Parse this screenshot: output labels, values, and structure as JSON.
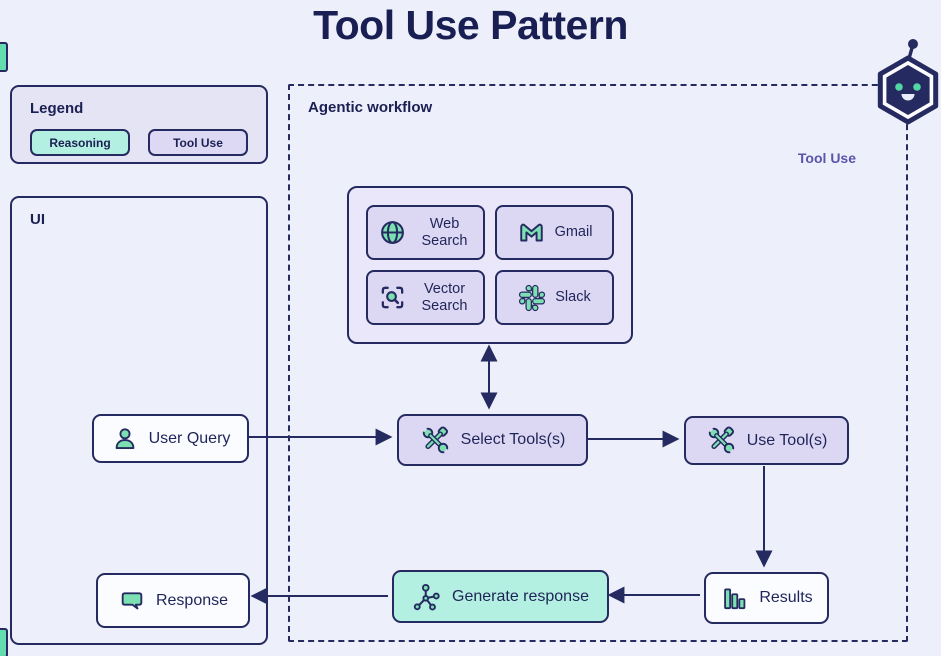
{
  "title": "Tool Use Pattern",
  "legend": {
    "title": "Legend",
    "reasoning_label": "Reasoning",
    "tool_use_label": "Tool Use"
  },
  "ui_panel": {
    "title": "UI",
    "user_query_label": "User Query",
    "response_label": "Response"
  },
  "workflow": {
    "title": "Agentic workflow",
    "corner_label": "Tool Use",
    "tools": [
      {
        "label": "Web Search",
        "icon": "globe-icon"
      },
      {
        "label": "Gmail",
        "icon": "gmail-icon"
      },
      {
        "label": "Vector Search",
        "icon": "vector-search-icon"
      },
      {
        "label": "Slack",
        "icon": "slack-icon"
      }
    ],
    "select_tools_label": "Select Tools(s)",
    "use_tools_label": "Use Tool(s)",
    "generate_response_label": "Generate response",
    "results_label": "Results"
  },
  "colors": {
    "background": "#edf0fa",
    "navy": "#252a60",
    "mint": "#b4f0e1",
    "lavender": "#dcd8f4",
    "icon_green": "#7ce0b3",
    "corner_label_purple": "#5a54ab"
  }
}
